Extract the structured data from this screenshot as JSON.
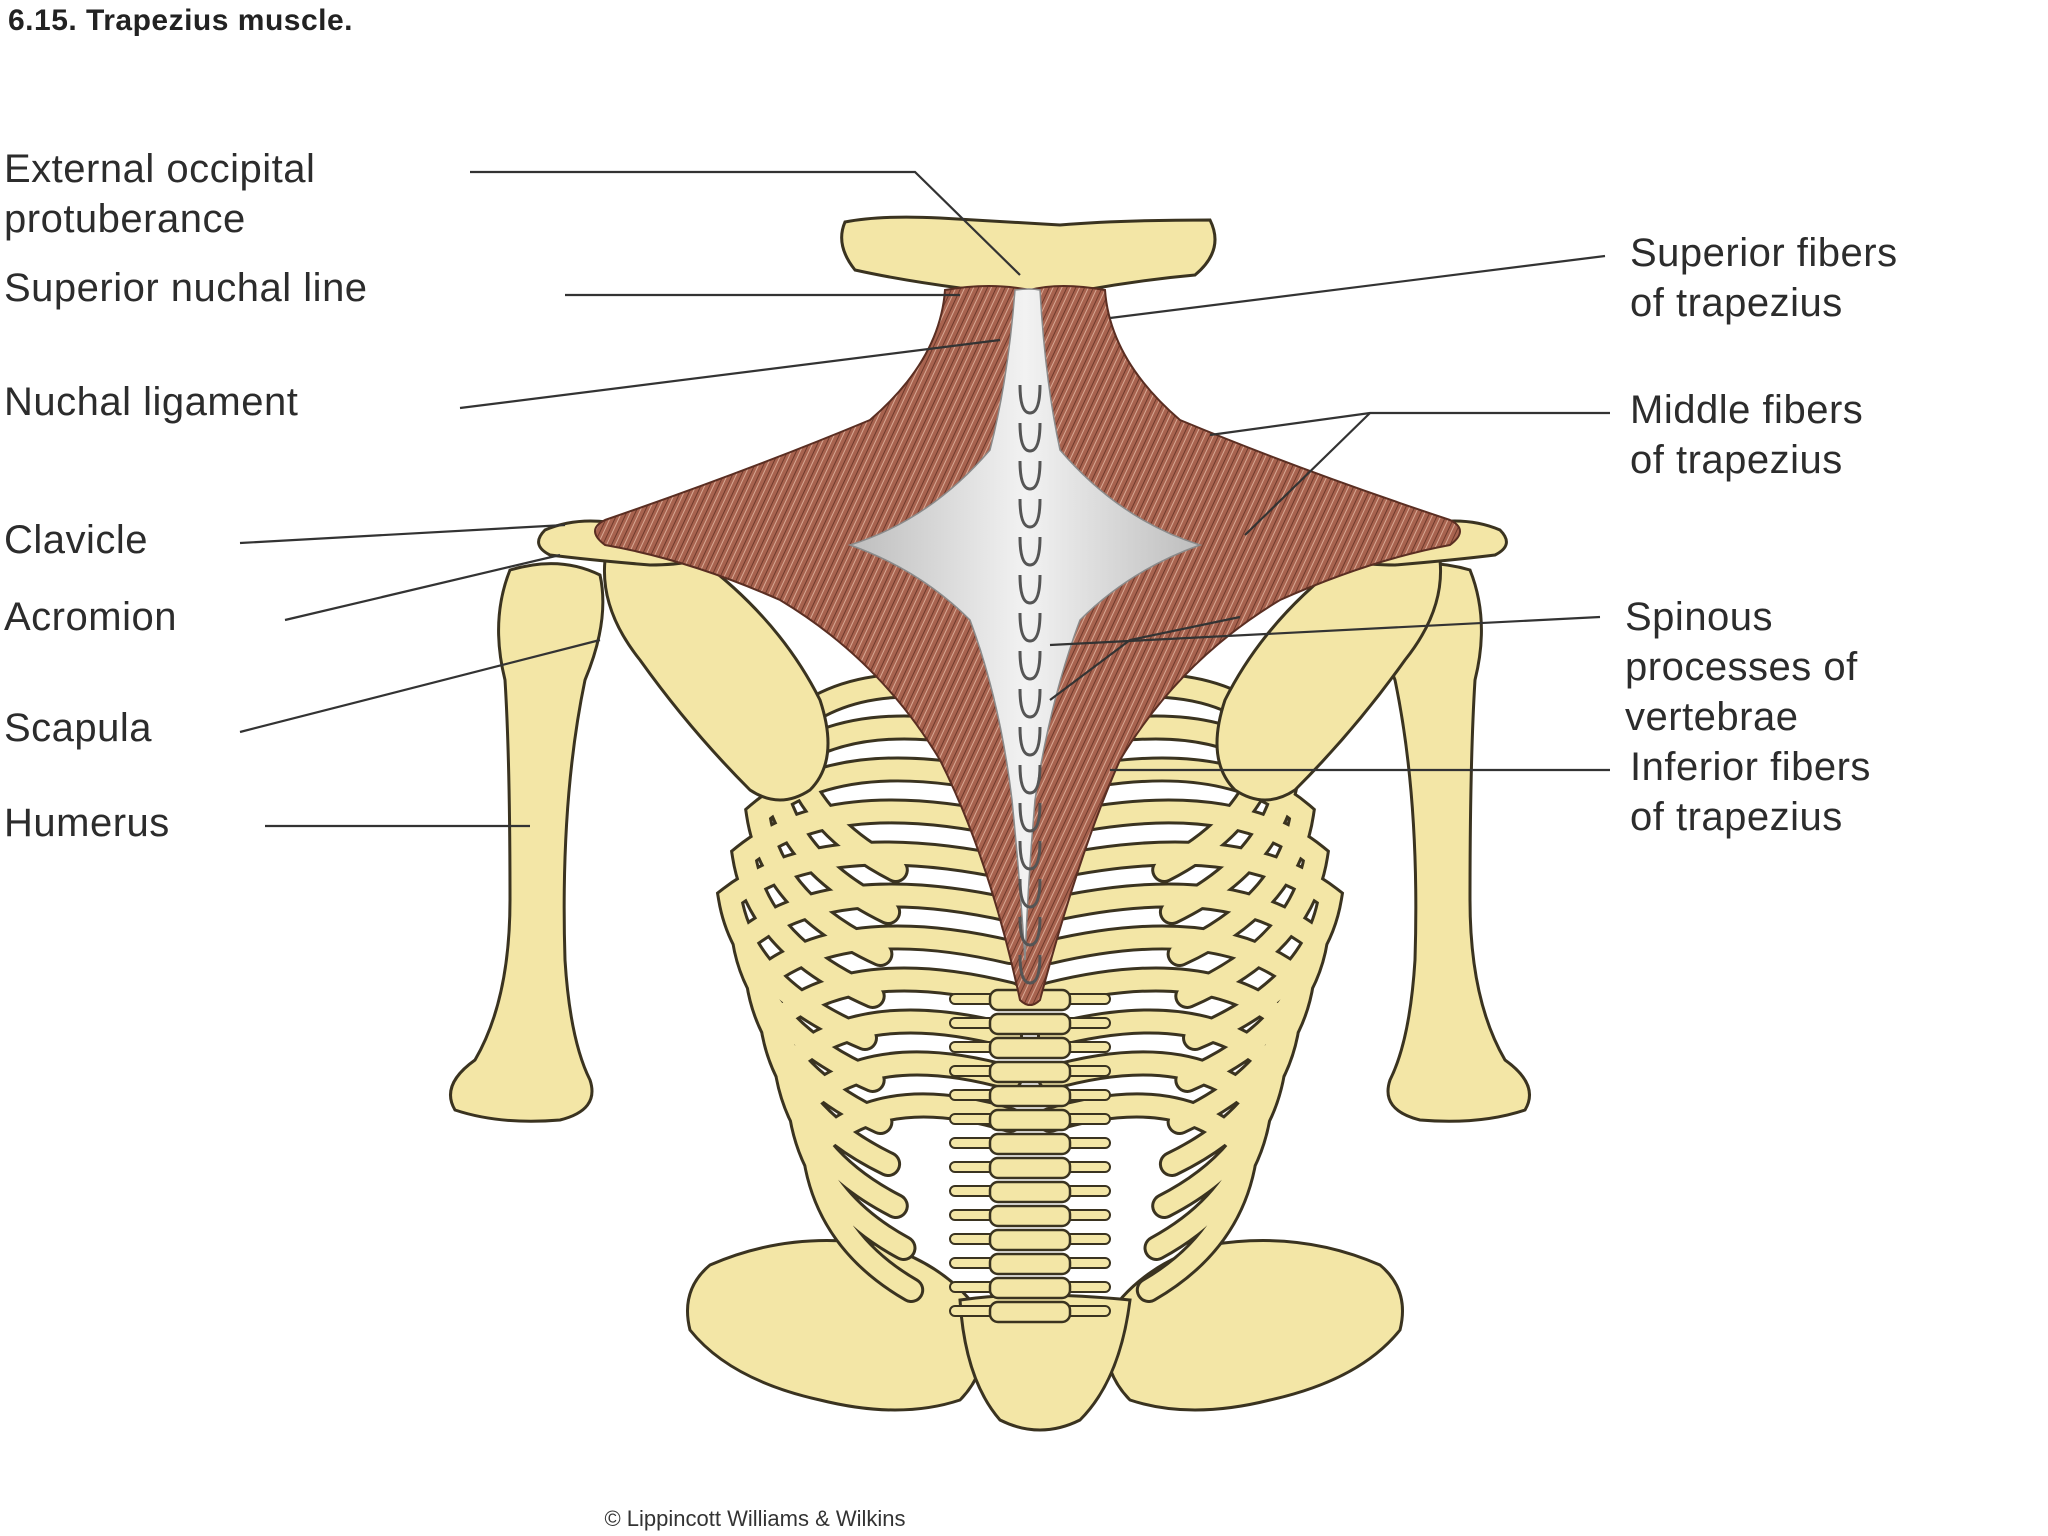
{
  "figure": {
    "title": "6.15. Trapezius muscle.",
    "credit": "© Lippincott Williams & Wilkins"
  },
  "labels": {
    "external_occipital": [
      "External occipital",
      "protuberance"
    ],
    "superior_nuchal_line": [
      "Superior nuchal line"
    ],
    "nuchal_ligament": [
      "Nuchal ligament"
    ],
    "clavicle": [
      "Clavicle"
    ],
    "acromion": [
      "Acromion"
    ],
    "scapula": [
      "Scapula"
    ],
    "humerus": [
      "Humerus"
    ],
    "superior_fibers": [
      "Superior fibers",
      "of trapezius"
    ],
    "middle_fibers": [
      "Middle fibers",
      "of trapezius"
    ],
    "spinous_processes": [
      "Spinous",
      "processes of",
      "vertebrae"
    ],
    "inferior_fibers": [
      "Inferior fibers",
      "of trapezius"
    ]
  },
  "colors": {
    "bone": "#f3e6a6",
    "bone_outline": "#3a3320",
    "muscle": "#a8634f",
    "ligament": "#c9c9c9",
    "leader_line": "#333333"
  }
}
